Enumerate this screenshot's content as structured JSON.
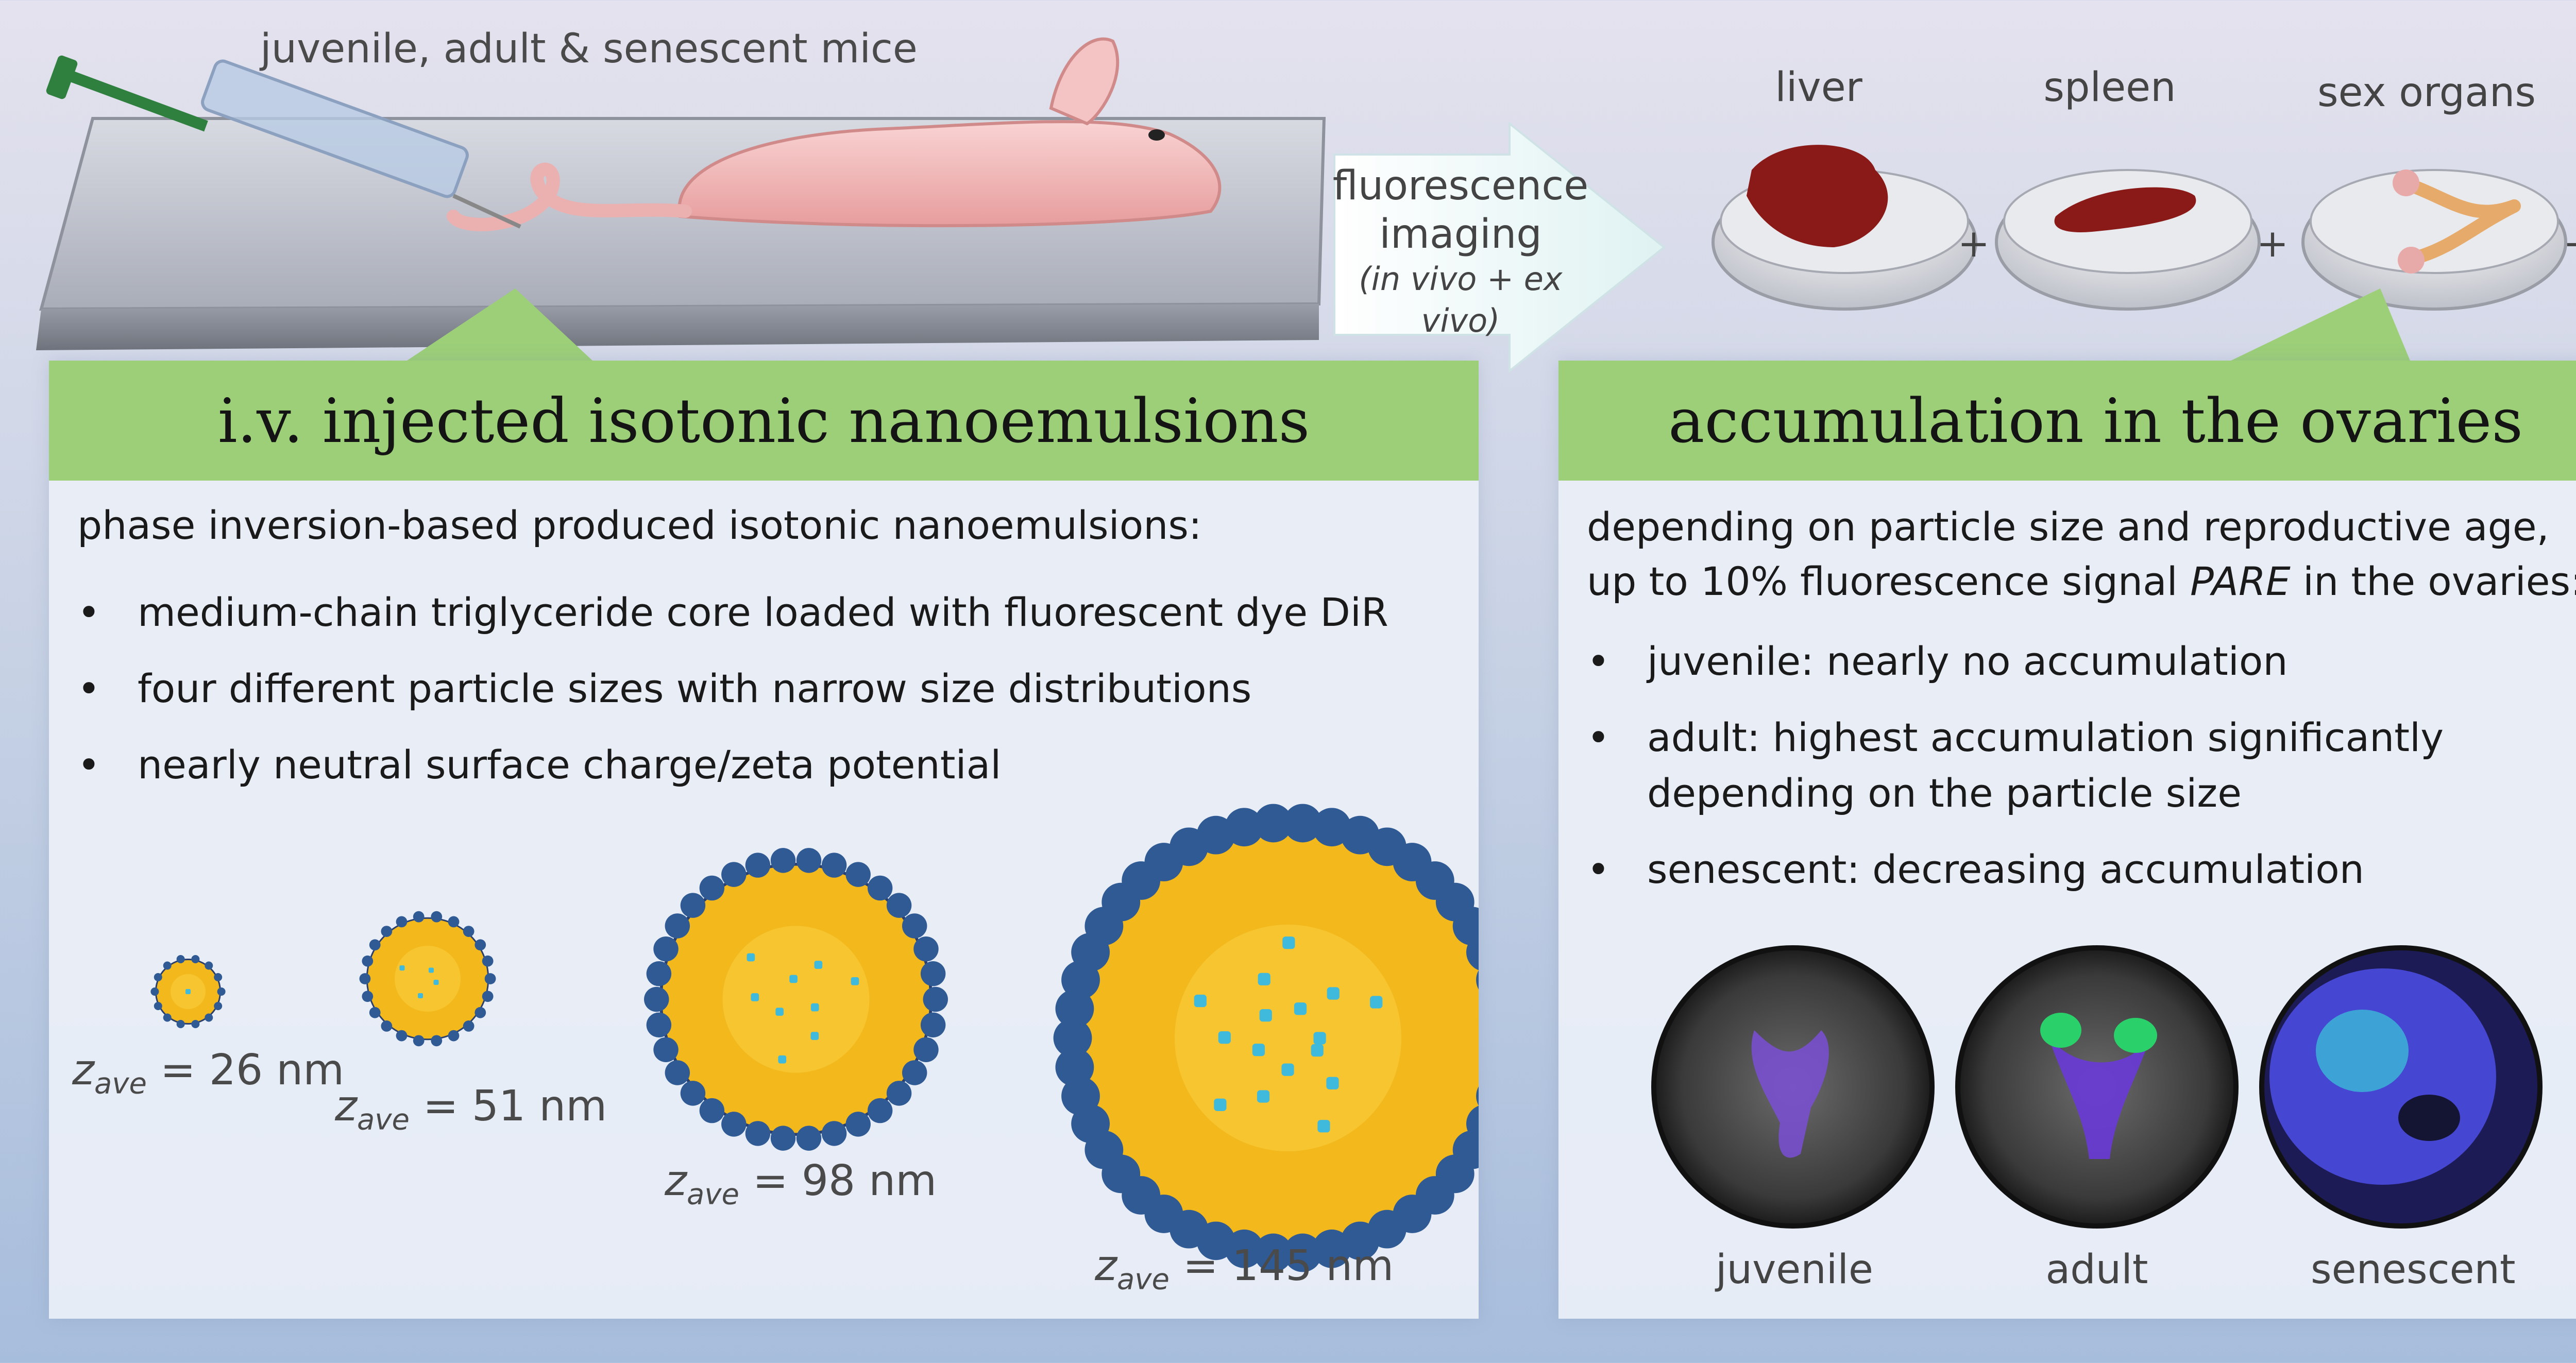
{
  "mice_label": "juvenile, adult & senescent mice",
  "imaging": {
    "line1": "fluorescence",
    "line2": "imaging",
    "line3": "(in vivo + ex vivo)"
  },
  "organs": [
    "liver",
    "spleen",
    "sex organs"
  ],
  "plus": "+",
  "ellipsis": "+ ...",
  "left_panel": {
    "title": "i.v. injected isotonic nanoemulsions",
    "intro": "phase inversion-based produced isotonic nanoemulsions:",
    "bullets": [
      "medium-chain triglyceride core loaded with fluorescent dye DiR",
      "four different particle sizes with narrow size distributions",
      "nearly neutral surface charge/zeta potential"
    ],
    "sizes": [
      {
        "var": "z",
        "sub": "ave",
        "value": "= 26 nm"
      },
      {
        "var": "z",
        "sub": "ave",
        "value": "= 51 nm"
      },
      {
        "var": "z",
        "sub": "ave",
        "value": "= 98 nm"
      },
      {
        "var": "z",
        "sub": "ave",
        "value": "= 145 nm"
      }
    ]
  },
  "right_panel": {
    "title": "accumulation in the ovaries",
    "intro_line1": "depending on particle size and reproductive age,",
    "intro_line2_pre": "up to 10% fluorescence signal ",
    "intro_line2_em": "PARE",
    "intro_line2_post": " in the ovaries:",
    "bullets": [
      "juvenile: nearly no accumulation",
      "adult: highest accumulation significantly depending on the particle size",
      "senescent: decreasing accumulation"
    ],
    "images": [
      "juvenile",
      "adult",
      "senescent"
    ]
  },
  "colors": {
    "banner": "#9ccf78",
    "shell": "#2f5a94",
    "core": "#f2b81c",
    "dye": "#3fb9dc",
    "organ": "#8a1a18",
    "mouse": "#f2b8b8"
  }
}
